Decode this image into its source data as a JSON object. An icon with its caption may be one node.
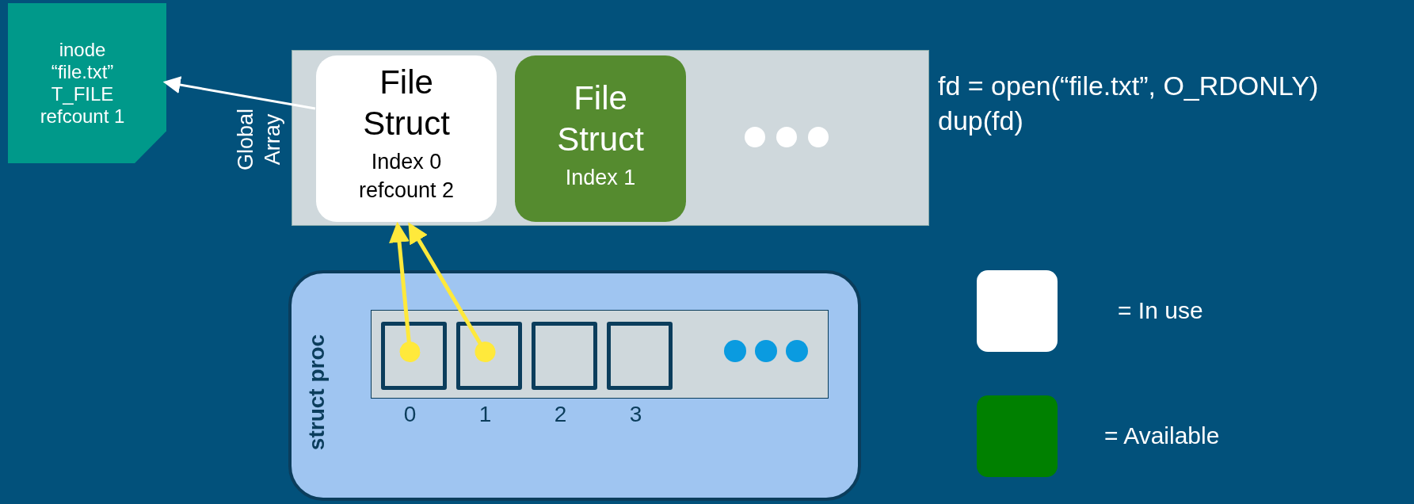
{
  "diagram": {
    "nodes": [
      {
        "text": [
          "inode “file.txt” T_FILE refcount 1"
        ]
      },
      {
        "text": [
          "Global Array"
        ]
      },
      {
        "text": [
          "File Struct",
          "Index 0 refcount 2"
        ],
        "in": 1
      },
      {
        "text": [
          "File Struct",
          "Index 1"
        ],
        "in": 1
      },
      {
        "text": [
          "struct proc"
        ]
      },
      {
        "text": [],
        "shape": "box",
        "in": 4
      },
      {
        "text": [],
        "shape": "box",
        "in": 5,
        "beside": [
          "0"
        ]
      },
      {
        "text": [],
        "shape": "box",
        "in": 5,
        "beside": [
          "1"
        ]
      },
      {
        "text": [],
        "shape": "box",
        "in": 5,
        "beside": [
          "2"
        ]
      },
      {
        "text": [],
        "shape": "box",
        "in": 5,
        "beside": [
          "3"
        ]
      }
    ],
    "edges": [
      {
        "from": 2,
        "to": 0,
        "arrow": "to",
        "color": "#ffffff"
      },
      {
        "from": 6,
        "to": 2,
        "arrow": "to"
      },
      {
        "from": 7,
        "to": 2,
        "arrow": "to"
      }
    ],
    "labels": [
      "fd = open(“file.txt”, O_RDONLY)",
      "dup(fd)"
    ],
    "legend": [
      {
        "text": "= In use",
        "color": "#ffffff"
      },
      {
        "text": "= Available",
        "color": "#008000"
      }
    ]
  }
}
